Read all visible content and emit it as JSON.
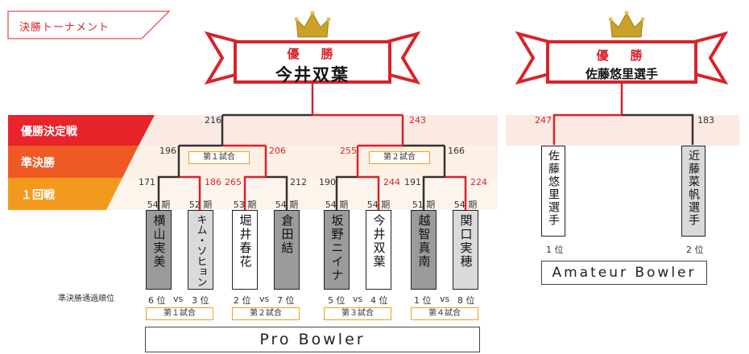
{
  "header_tag": "決勝トーナメント",
  "rounds": [
    "優勝決定戦",
    "準決勝",
    "１回戦"
  ],
  "pro": {
    "champion_title": "優　勝",
    "champion_name": "今井双葉",
    "final_scores": [
      "216",
      "243"
    ],
    "semi_scores": [
      "196",
      "206",
      "255",
      "166"
    ],
    "first_scores": [
      "171",
      "186",
      "265",
      "212",
      "190",
      "244",
      "191",
      "224"
    ],
    "semi_matches": [
      "第１試合",
      "第２試合"
    ],
    "players": [
      {
        "term": "54 期",
        "name": "横山実美",
        "seed": "6 位"
      },
      {
        "term": "52 期",
        "name": "キム・ソヒョン",
        "seed": "3 位"
      },
      {
        "term": "53 期",
        "name": "堀井春花",
        "seed": "2 位"
      },
      {
        "term": "54 期",
        "name": "倉田結",
        "seed": "7 位"
      },
      {
        "term": "54 期",
        "name": "坂野ニイナ",
        "seed": "5 位"
      },
      {
        "term": "54 期",
        "name": "今井双葉",
        "seed": "4 位"
      },
      {
        "term": "51 期",
        "name": "越智真南",
        "seed": "1 位"
      },
      {
        "term": "54 期",
        "name": "関口実穂",
        "seed": "8 位"
      }
    ],
    "vs": "vs",
    "first_matches": [
      "第１試合",
      "第２試合",
      "第３試合",
      "第４試合"
    ],
    "qualify_label": "準決勝通過順位",
    "footer": "Pro Bowler"
  },
  "amateur": {
    "champion_title": "優　勝",
    "champion_name": "佐藤悠里選手",
    "scores": [
      "247",
      "183"
    ],
    "players": [
      {
        "name": "佐藤悠里選手",
        "rank": "1 位"
      },
      {
        "name": "近藤菜帆選手",
        "rank": "2 位"
      }
    ],
    "footer": "Amateur Bowler"
  },
  "colors": {
    "accent": "#d8232a",
    "round_final": "#e8232a",
    "round_semi": "#ef5a24",
    "round_first": "#f39a1e",
    "band_pink": "#fbe9e4",
    "band_peach": "#fdf0e4",
    "crown": "#c9a227"
  }
}
